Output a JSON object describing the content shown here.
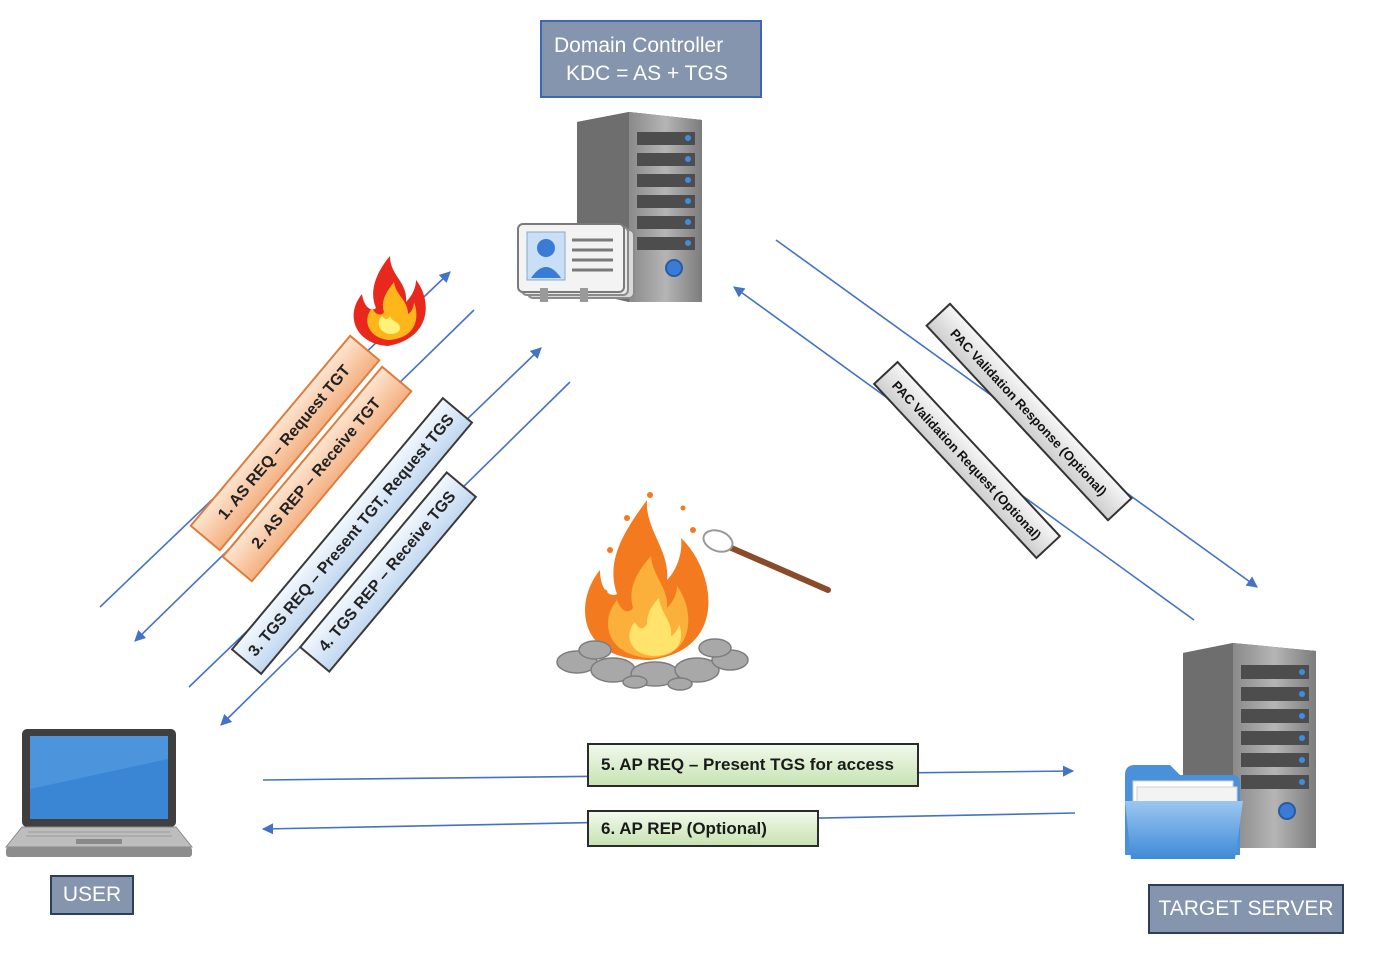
{
  "domain_controller": {
    "line1": "Domain Controller",
    "line2": "KDC = AS + TGS"
  },
  "user_label": "USER",
  "target_label": "TARGET SERVER",
  "messages": {
    "as_req": "1. AS REQ – Request TGT",
    "as_rep": "2. AS REP – Receive TGT",
    "tgs_req": "3. TGS REQ – Present TGT, Request TGS",
    "tgs_rep": "4. TGS REP – Receive TGS",
    "ap_req": "5. AP REQ – Present TGS for access",
    "ap_rep": "6. AP REP (Optional)",
    "pac_response": "PAC Validation Response  (Optional)",
    "pac_request": "PAC Validation Request  (Optional)"
  },
  "colors": {
    "arrow": "#4472c4",
    "label_box": "#8595ad",
    "orange_fill": "#f4b183",
    "blue_fill": "#c1d8f0",
    "green_fill": "#c7e3b2",
    "gray_fill": "#cfcfcf"
  },
  "icons": [
    "server-icon",
    "contact-card-icon",
    "fire-icon",
    "campfire-icon",
    "marshmallow-stick-icon",
    "laptop-icon",
    "folder-icon"
  ]
}
